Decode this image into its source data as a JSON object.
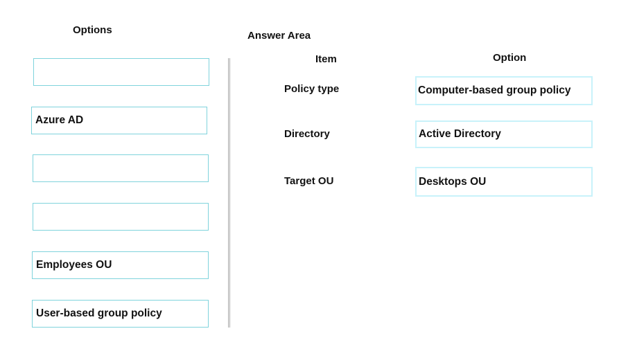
{
  "options_panel": {
    "title": "Options",
    "items": [
      "",
      "Azure AD",
      "",
      "",
      "Employees OU",
      "User-based group policy"
    ]
  },
  "answer_area": {
    "title": "Answer Area",
    "item_header": "Item",
    "option_header": "Option",
    "rows": [
      {
        "item": "Policy type",
        "option": "Computer-based group policy"
      },
      {
        "item": "Directory",
        "option": "Active Directory"
      },
      {
        "item": "Target OU",
        "option": "Desktops OU"
      }
    ]
  }
}
